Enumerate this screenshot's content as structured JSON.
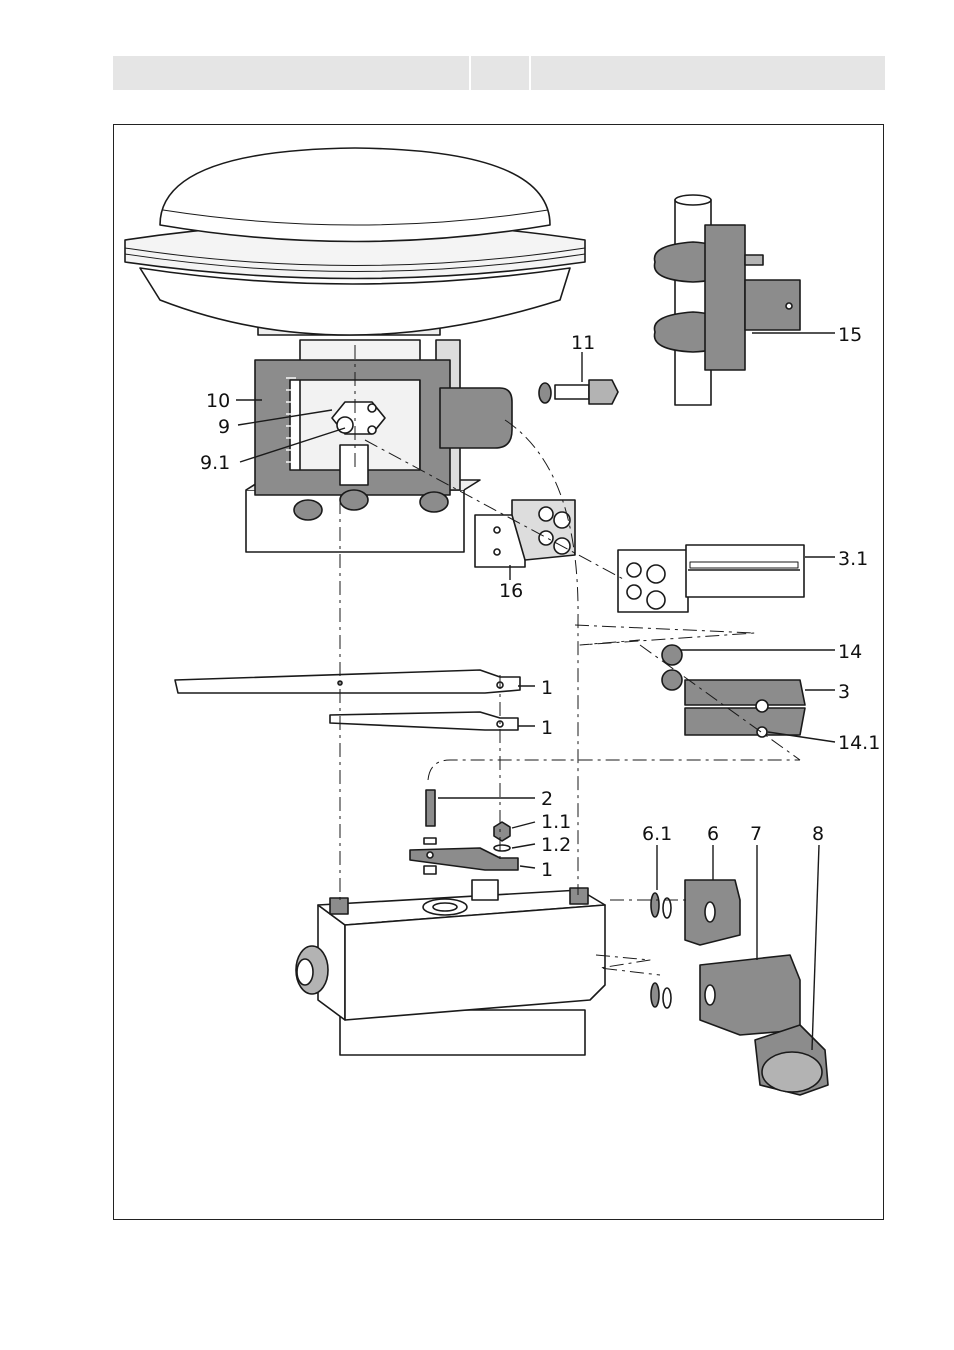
{
  "header": {
    "cells": [
      "",
      "",
      ""
    ]
  },
  "figure": {
    "callouts": {
      "c10": "10",
      "c9": "9",
      "c9_1": "9.1",
      "c11": "11",
      "c15": "15",
      "c16": "16",
      "c3_1": "3.1",
      "c14": "14",
      "c3": "3",
      "c14_1": "14.1",
      "c1a": "1",
      "c1b": "1",
      "c2": "2",
      "c1_1": "1.1",
      "c1_2": "1.2",
      "c1c": "1",
      "c6_1": "6.1",
      "c6": "6",
      "c7": "7",
      "c8": "8"
    }
  },
  "colors": {
    "part_fill": "#ffffff",
    "dark_part": "#8c8c8c",
    "mid_part": "#b3b3b3",
    "line": "#1a1a1a",
    "header_bg": "#e5e5e5"
  }
}
